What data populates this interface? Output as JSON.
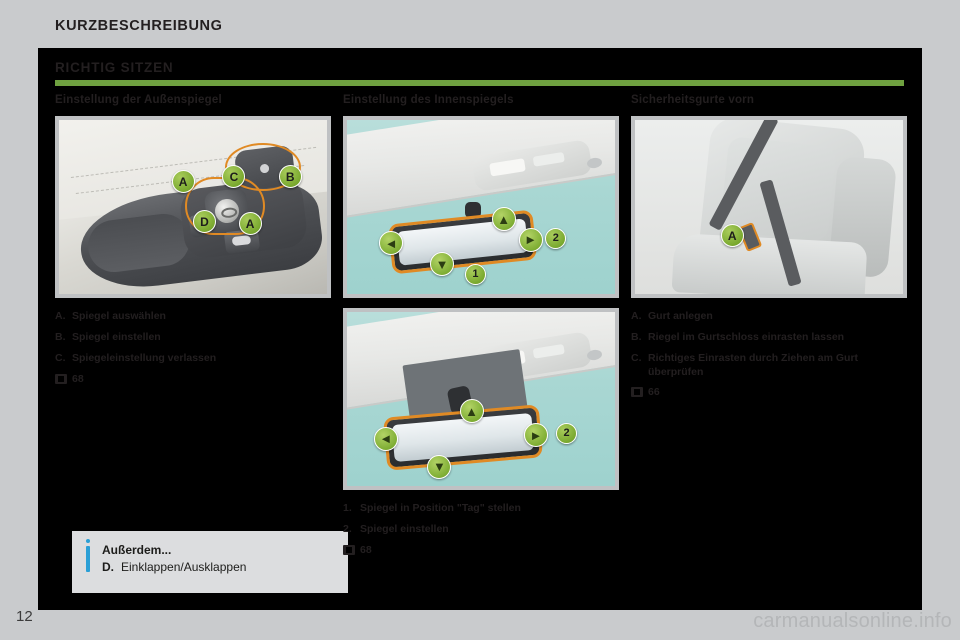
{
  "page": {
    "title": "KURZBESCHREIBUNG",
    "number": "12",
    "watermark": "carmanualsonline.info"
  },
  "section": {
    "heading": "RICHTIG SITZEN",
    "accent_color": "#6fa140",
    "panel_color": "#000000"
  },
  "columns": [
    {
      "heading": "Einstellung der Außenspiegel",
      "figure_name": "door-panel-mirror-controls",
      "callouts": [
        "A",
        "C",
        "B",
        "D",
        "A"
      ],
      "items": [
        {
          "key": "A.",
          "text": "Spiegel auswählen"
        },
        {
          "key": "B.",
          "text": "Spiegel einstellen"
        },
        {
          "key": "C.",
          "text": "Spiegeleinstellung verlassen"
        }
      ],
      "page_ref": "68",
      "info": {
        "title": "Außerdem...",
        "key": "D.",
        "text": "Einklappen/Ausklappen"
      }
    },
    {
      "heading": "Einstellung des Innenspiegels",
      "figure_name_top": "interior-mirror-day-position",
      "figure_name_bottom": "interior-mirror-adjust",
      "callouts": [
        "1",
        "2"
      ],
      "items": [
        {
          "key": "1.",
          "text": "Spiegel in Position \"Tag\" stellen"
        },
        {
          "key": "2.",
          "text": "Spiegel einstellen"
        }
      ],
      "page_ref": "68"
    },
    {
      "heading": "Sicherheitsgurte vorn",
      "figure_name": "front-seat-belt",
      "callouts": [
        "A"
      ],
      "items": [
        {
          "key": "A.",
          "text": "Gurt anlegen"
        },
        {
          "key": "B.",
          "text": "Riegel im Gurtschloss einrasten lassen"
        },
        {
          "key": "C.",
          "text": "Richtiges Einrasten durch Ziehen am Gurt überprüfen"
        }
      ],
      "page_ref": "66"
    }
  ]
}
